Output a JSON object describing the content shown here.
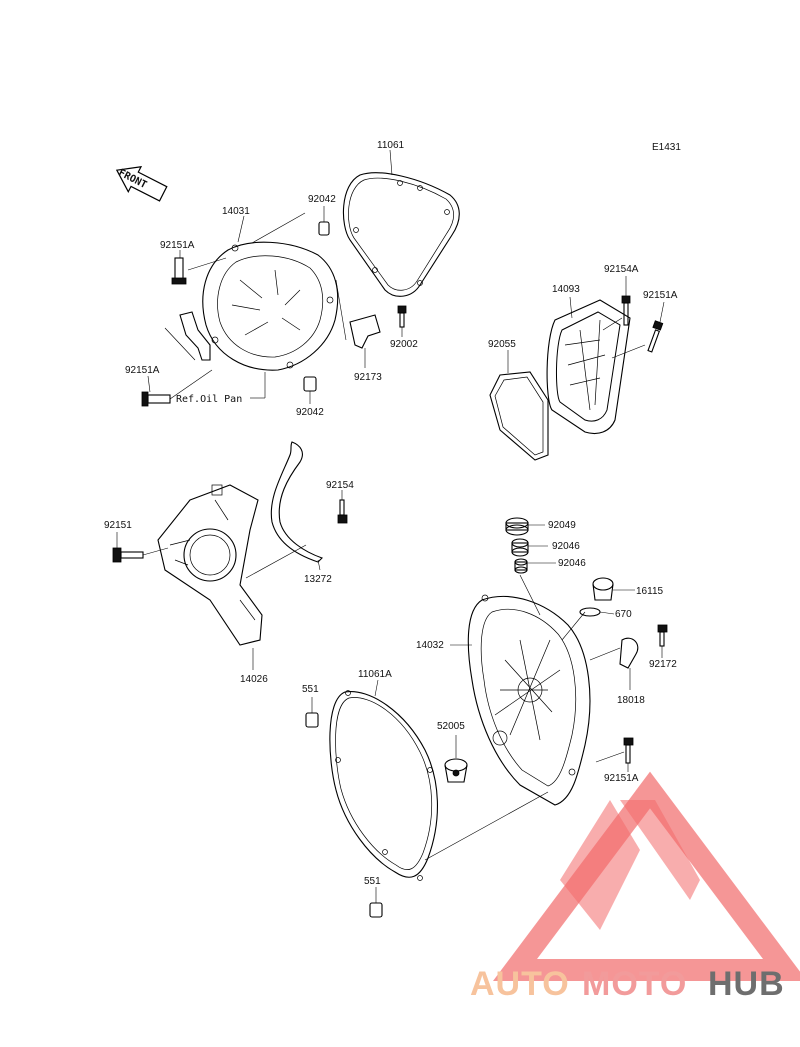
{
  "diagram_code": "E1431",
  "front_label": "FRONT",
  "ref_note": "Ref.Oil Pan",
  "labels": {
    "p11061": "11061",
    "p92042a": "92042",
    "p14031": "14031",
    "p92151a_1": "92151A",
    "p92151a_2": "92151A",
    "p92002": "92002",
    "p92173": "92173",
    "p92042b": "92042",
    "p14093": "14093",
    "p92154a": "92154A",
    "p92151a_3": "92151A",
    "p92055": "92055",
    "p92151": "92151",
    "p92154": "92154",
    "p13272": "13272",
    "p14026": "14026",
    "p92049": "92049",
    "p92046a": "92046",
    "p92046b": "92046",
    "p16115": "16115",
    "p670": "670",
    "p14032": "14032",
    "p92172": "92172",
    "p18018": "18018",
    "p551a": "551",
    "p11061a": "11061A",
    "p52005": "52005",
    "p92151a_4": "92151A",
    "p551b": "551"
  },
  "logo": {
    "part1": "AUTO",
    "part2": "MOTO",
    "part3": "HUB",
    "colors": {
      "orange": "#f6b98c",
      "pink": "#f08a8a",
      "gray": "#555555",
      "triangle": "#f05050"
    }
  }
}
